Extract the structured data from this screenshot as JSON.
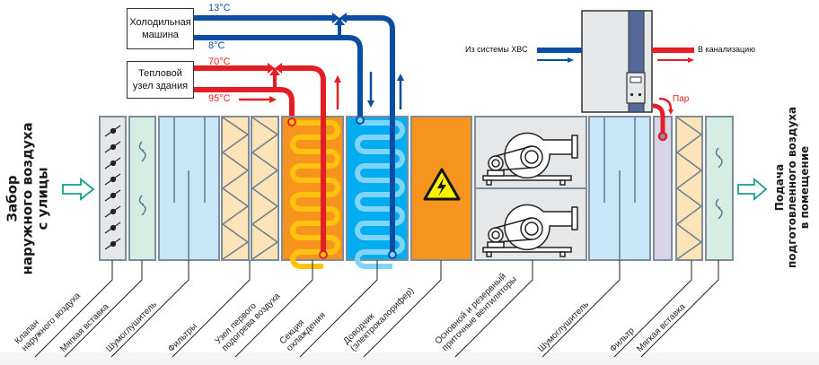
{
  "colors": {
    "cold_pipe": "#0a4ea3",
    "hot_pipe": "#e31e24",
    "heater_bg": "#f7941d",
    "cooler_bg": "#00aeef",
    "filter_bg": "#c8e6f8",
    "soft_insert_bg": "#d6ede3",
    "valve_bg": "#e6e7e8",
    "prefilter_bg": "#fde3b8",
    "fan_bg": "#e6e7e8",
    "humidifier_bg": "#d8d5e8",
    "outline": "#7f8c99",
    "arrow_green": "#1a9e8a"
  },
  "left_label": {
    "lines": [
      "Забор",
      "наружного воздуха",
      "с улицы"
    ]
  },
  "right_label": {
    "lines": [
      "Подача",
      "подготовленного воздуха",
      "в помещение"
    ]
  },
  "sources": {
    "chiller": {
      "lines": [
        "Холодильная",
        "машина"
      ],
      "temp_supply": "8°C",
      "temp_return": "13°C"
    },
    "heat_node": {
      "lines": [
        "Тепловой",
        "узел здания"
      ],
      "temp_return": "70°C",
      "temp_supply": "95°C"
    }
  },
  "humidifier_unit": {
    "inlet_label": "Из системы ХВС",
    "outlet_label": "В канализацию",
    "steam_label": "Пар"
  },
  "sections": [
    {
      "id": "valve",
      "lines": [
        "Клапан",
        "наружного воздуха"
      ]
    },
    {
      "id": "soft1",
      "lines": [
        "Мягкая вставка"
      ]
    },
    {
      "id": "silencer1",
      "lines": [
        "Шумоглушитель"
      ]
    },
    {
      "id": "filters",
      "lines": [
        "Фильтры"
      ]
    },
    {
      "id": "preheat",
      "lines": [
        "Узел первого",
        "подогрева воздуха"
      ]
    },
    {
      "id": "cooling",
      "lines": [
        "Секция",
        "охлаждения"
      ]
    },
    {
      "id": "reheater",
      "lines": [
        "Доводчик",
        "(электрокалорифер)"
      ]
    },
    {
      "id": "fans",
      "lines": [
        "Основной и резервный",
        "приточные вентиляторы"
      ]
    },
    {
      "id": "silencer2",
      "lines": [
        "Шумоглушитель"
      ]
    },
    {
      "id": "filter2",
      "lines": [
        "Фильтр"
      ]
    },
    {
      "id": "soft2",
      "lines": [
        "Мягкая вставка"
      ]
    }
  ]
}
